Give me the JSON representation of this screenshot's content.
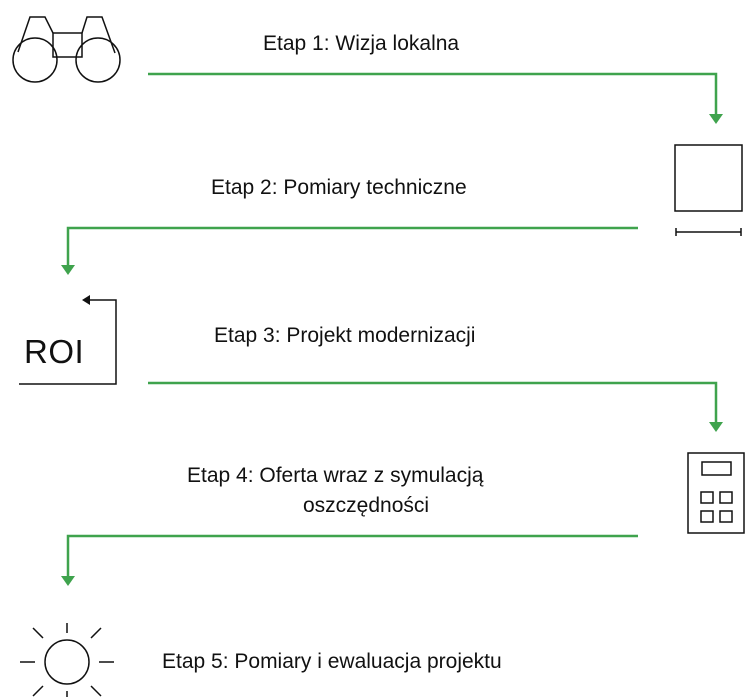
{
  "colors": {
    "accent_arrow": "#3fa34d",
    "icon_stroke": "#111111",
    "text": "#111111"
  },
  "steps": [
    {
      "label": "Etap 1: Wizja lokalna",
      "icon": "binoculars-icon"
    },
    {
      "label": "Etap 2: Pomiary techniczne",
      "icon": "measurement-square-icon"
    },
    {
      "label": "Etap 3: Projekt modernizacji",
      "icon": "roi-icon",
      "icon_text": "ROI"
    },
    {
      "label_line1": "Etap 4: Oferta wraz z symulacją",
      "label_line2": "oszczędności",
      "icon": "calculator-icon"
    },
    {
      "label": "Etap 5: Pomiary i ewaluacja projektu",
      "icon": "sun-icon"
    }
  ]
}
